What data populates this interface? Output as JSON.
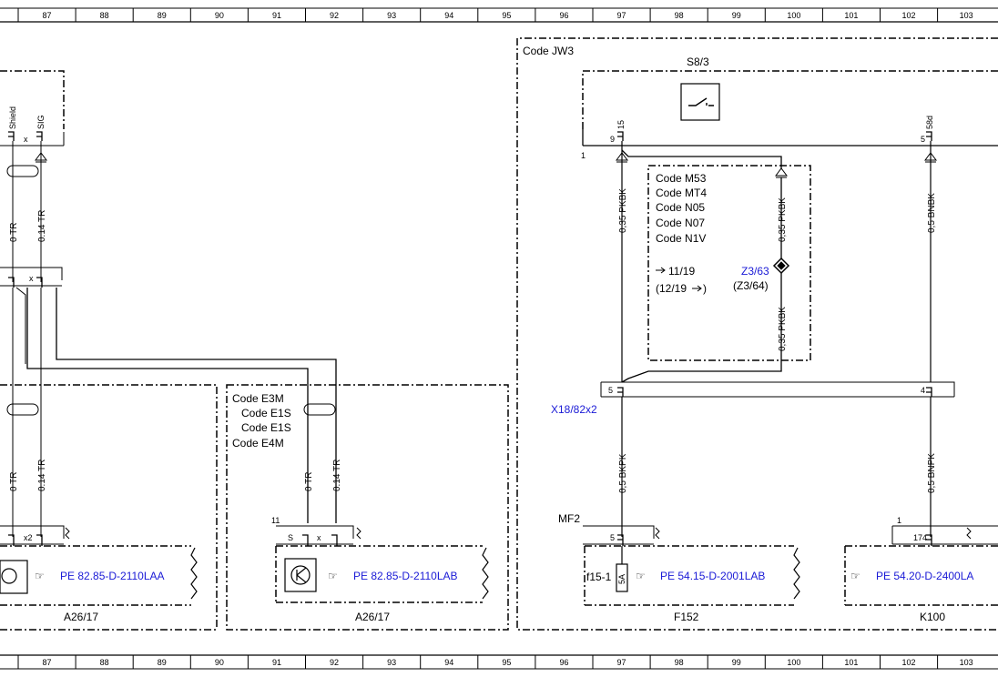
{
  "ruler": {
    "columns": [
      "87",
      "88",
      "89",
      "90",
      "91",
      "92",
      "93",
      "94",
      "95",
      "96",
      "97",
      "98",
      "99",
      "100",
      "101",
      "102",
      "103"
    ]
  },
  "frames": {
    "jw3": "Code JW3",
    "e3m": [
      "Code E3M",
      "Code E1S",
      "Code E1S",
      "Code E4M"
    ],
    "m53": [
      "Code M53",
      "Code MT4",
      "Code N05",
      "Code N07",
      "Code N1V"
    ]
  },
  "components": {
    "s83": "S8/3",
    "a2617_left": "A26/17",
    "a2617_mid": "A26/17",
    "f152": "F152",
    "k100": "K100",
    "x1882x2": "X18/82x2",
    "mf2": "MF2",
    "f15": "f15-1",
    "f15_rating": "5A",
    "z363": "Z3/63",
    "z364": "(Z3/64)",
    "ref_1119": "11/19",
    "ref_1219": "(12/19",
    "ref_1219_close": ")"
  },
  "refs": {
    "pe_left": "PE 82.85-D-2110LAA",
    "pe_mid": "PE 82.85-D-2110LAB",
    "pe_f152": "PE 54.15-D-2001LAB",
    "pe_k100": "PE 54.20-D-2400LA"
  },
  "wires": {
    "w_left_tr": "0 TR",
    "w_left_014": "0.14 TR",
    "w_left_tr2": "0 TR",
    "w_left_0142": "0.14 TR",
    "w_mid_tr": "0 TR",
    "w_mid_014": "0.14 TR",
    "w_pkbk_a": "0,35 PKBK",
    "w_pkbk_b": "0,35 PKBK",
    "w_pkbk_c": "0,35 PKBK",
    "w_bnbk": "0,5 BNBK",
    "w_bkpk": "0,5 BKPK",
    "w_bnpk": "0,5 BNPK"
  },
  "pins": {
    "shield": "Shield",
    "sig": "SIG",
    "x": "x",
    "x2": "x2",
    "s": "S",
    "pin15": "15",
    "pin58d": "58d",
    "n9": "9",
    "n5a": "5",
    "n5b": "5",
    "n4": "4",
    "n5c": "5",
    "n174": "174",
    "n1a": "1",
    "n1b": "1",
    "n11": "11"
  }
}
